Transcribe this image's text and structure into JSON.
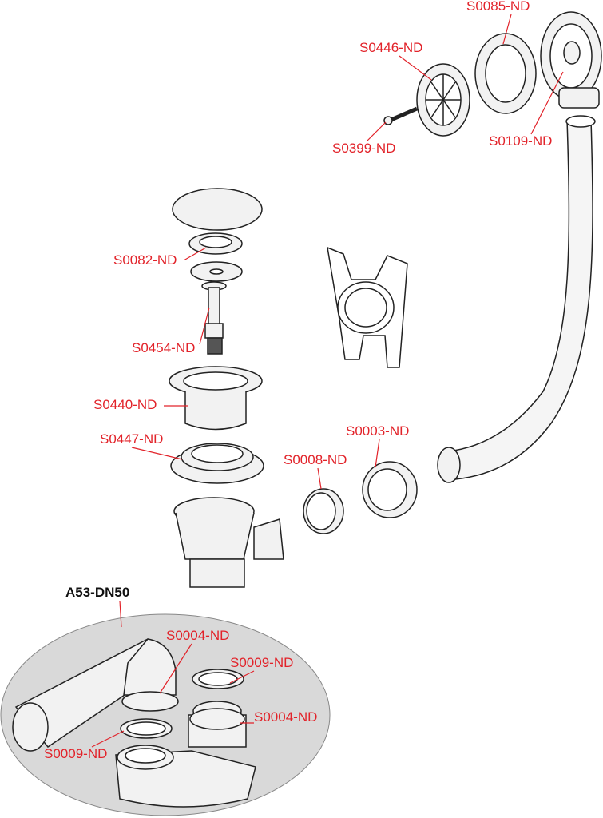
{
  "diagram": {
    "title": "A53-DN50",
    "colors": {
      "label": "#e2232a",
      "outline": "#222222",
      "part_fill": "#f2f2f2",
      "highlight_bg": "#d9d9d9"
    },
    "labels": [
      {
        "id": "s0085",
        "text": "S0085-ND"
      },
      {
        "id": "s0446",
        "text": "S0446-ND"
      },
      {
        "id": "s0399",
        "text": "S0399-ND"
      },
      {
        "id": "s0109",
        "text": "S0109-ND"
      },
      {
        "id": "s0082",
        "text": "S0082-ND"
      },
      {
        "id": "s0454",
        "text": "S0454-ND"
      },
      {
        "id": "s0440",
        "text": "S0440-ND"
      },
      {
        "id": "s0447",
        "text": "S0447-ND"
      },
      {
        "id": "s0003",
        "text": "S0003-ND"
      },
      {
        "id": "s0008",
        "text": "S0008-ND"
      },
      {
        "id": "s0004a",
        "text": "S0004-ND"
      },
      {
        "id": "s0009a",
        "text": "S0009-ND"
      },
      {
        "id": "s0004b",
        "text": "S0004-ND"
      },
      {
        "id": "s0009b",
        "text": "S0009-ND"
      }
    ]
  }
}
